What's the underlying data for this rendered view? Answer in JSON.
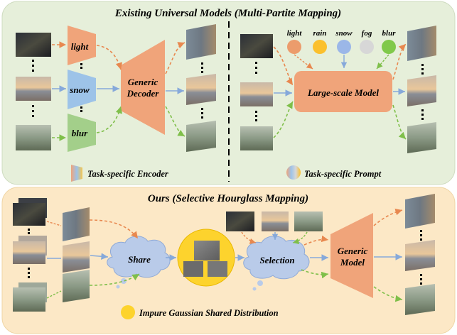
{
  "top": {
    "title": "Existing Universal Models (Multi-Partite Mapping)",
    "encoders": [
      "light",
      "snow",
      "blur"
    ],
    "decoder_label": [
      "Generic",
      "Decoder"
    ],
    "legend_encoder": "Task-specific Encoder",
    "prompts": [
      "light",
      "rain",
      "snow",
      "fog",
      "blur"
    ],
    "model_label": "Large-scale Model",
    "legend_prompt": "Task-specific Prompt"
  },
  "bottom": {
    "title": "Ours (Selective Hourglass Mapping)",
    "share_label": "Share",
    "selection_label": "Selection",
    "model_label": [
      "Generic",
      "Model"
    ],
    "legend_dist": "Impure Gaussian Shared Distribution"
  },
  "colors": {
    "top_panel": "#e6efda",
    "bottom_panel": "#fce8c6",
    "encoder_light": "#f0a47a",
    "encoder_snow": "#9dc3e8",
    "encoder_blur": "#a3cf8a",
    "decoder": "#f0a47a",
    "model": "#f0a47a",
    "cloud": "#b9cbe9",
    "dist": "#fdd32d",
    "prompt_light": "#ec9c6c",
    "prompt_rain": "#fbc02d",
    "prompt_snow": "#9bb7e8",
    "prompt_fog": "#d7d7d7",
    "prompt_blur": "#80c94a"
  }
}
